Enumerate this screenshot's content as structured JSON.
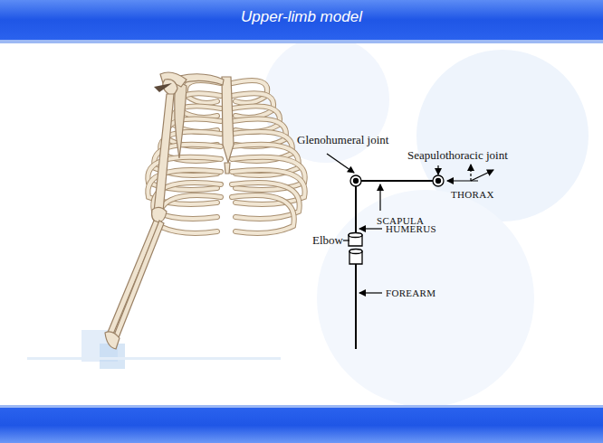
{
  "diagram": {
    "title": "Upper-limb model",
    "labels": [
      "Glenohumeral joint",
      "Seapulothoracic joint",
      "THORAX",
      "SCAPULA",
      "HUMERUS",
      "Elbow",
      "FOREARM"
    ]
  }
}
